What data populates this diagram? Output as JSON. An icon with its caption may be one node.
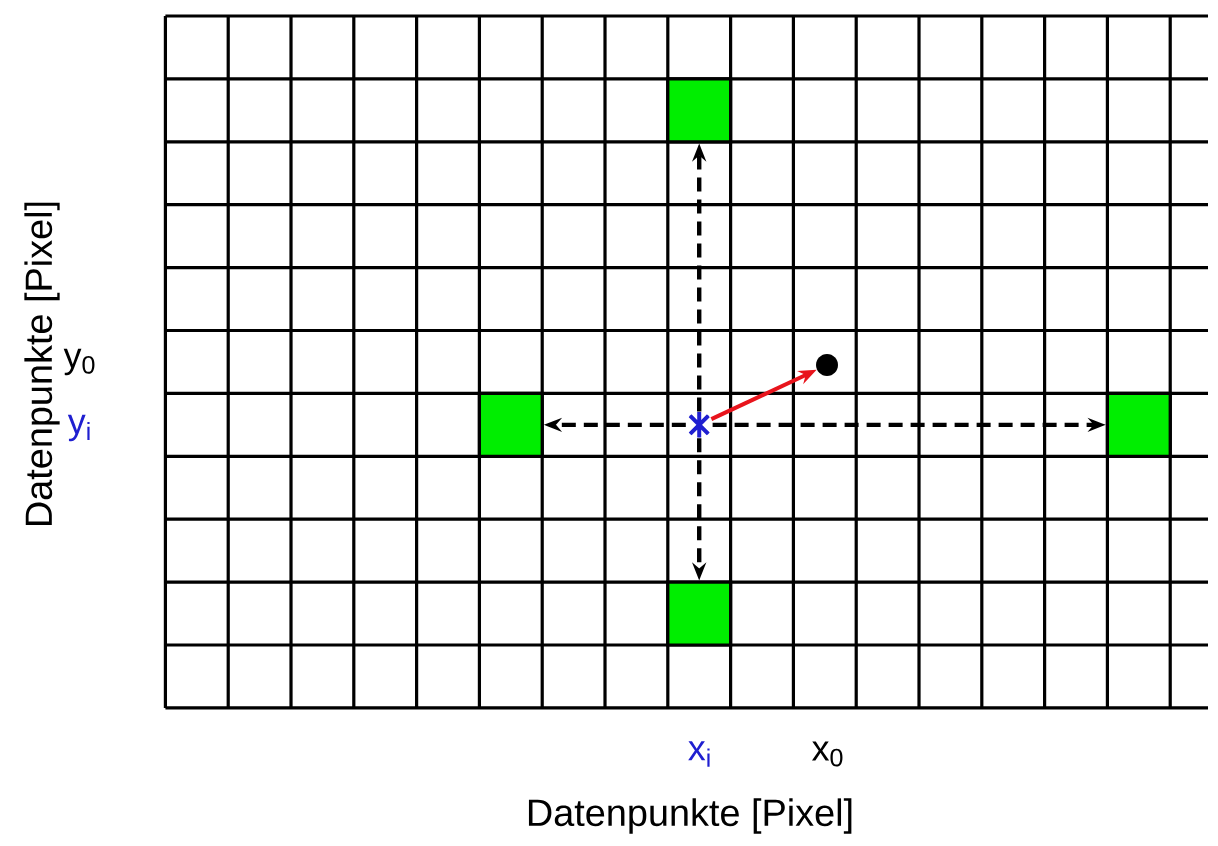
{
  "diagram": {
    "nodes": [
      {
        "text": [],
        "shape": "box"
      },
      {
        "text": [],
        "shape": "circle"
      },
      {
        "text": [],
        "shape": "box"
      },
      {
        "text": [],
        "shape": "cross"
      },
      {
        "text": [],
        "shape": "box"
      },
      {
        "text": [],
        "shape": "box"
      }
    ],
    "edges": [
      {
        "from": 3,
        "to": 0,
        "arrow": "to",
        "style": "dashed"
      },
      {
        "from": 3,
        "to": 1,
        "arrow": "to",
        "color": "#e8141c"
      },
      {
        "from": 3,
        "to": 2,
        "arrow": "to",
        "style": "dashed"
      },
      {
        "from": 3,
        "to": 4,
        "arrow": "to",
        "style": "dashed"
      },
      {
        "from": 3,
        "to": 5,
        "arrow": "to",
        "style": "dashed"
      }
    ],
    "labels": [
      "Datenpunkte [Pixel]",
      "y$_{0}$",
      "y$_{i}$",
      "x$_{i}$",
      "x$_{0}$",
      "Datenpunkte [Pixel]"
    ]
  }
}
